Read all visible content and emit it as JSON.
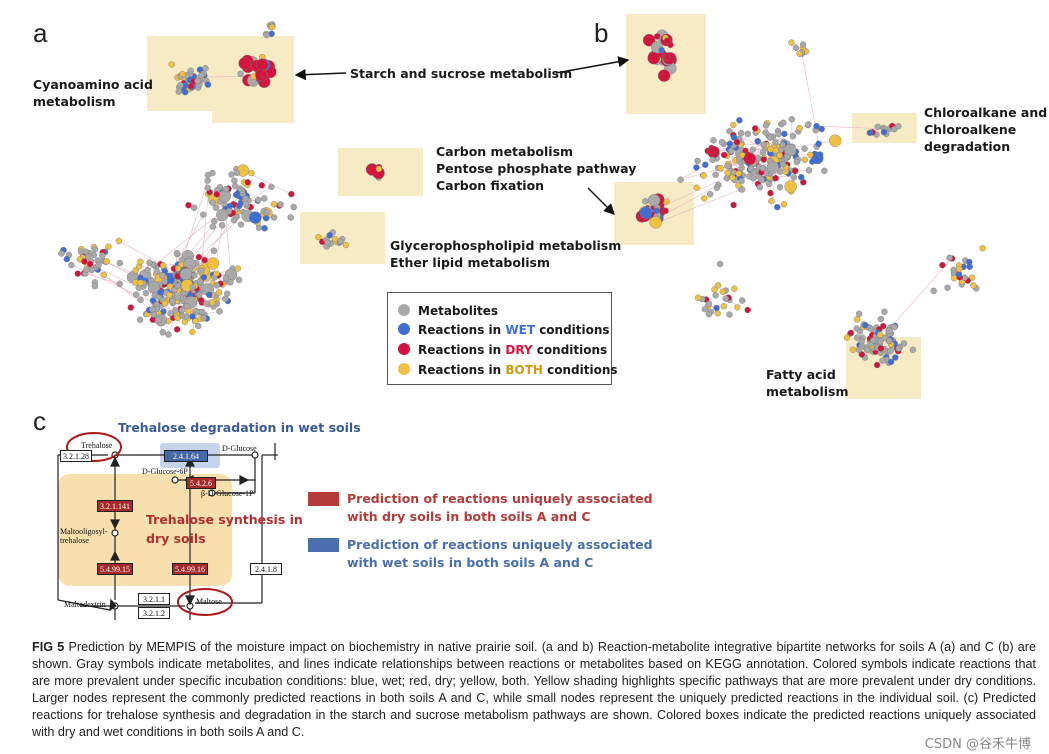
{
  "panels": {
    "a": "a",
    "b": "b",
    "c": "c"
  },
  "panel_a_labels": {
    "cyanoamino": "Cyanoamino acid\nmetabolism",
    "starch": "Starch and sucrose metabolism",
    "carbon": "Carbon metabolism\nPentose phosphate pathway\nCarbon fixation",
    "glycero": "Glycerophospholipid metabolism\nEther lipid metabolism"
  },
  "panel_b_labels": {
    "chloro": "Chloroalkane and\nChloroalkene\ndegradation",
    "fatty": "Fatty acid\nmetabolism"
  },
  "legend": {
    "metabolites": "Metabolites",
    "wet_prefix": "Reactions in ",
    "wet_word": "WET",
    "wet_suffix": " conditions",
    "dry_prefix": "Reactions in ",
    "dry_word": "DRY",
    "dry_suffix": " conditions",
    "both_prefix": "Reactions in ",
    "both_word": "BOTH",
    "both_suffix": " conditions"
  },
  "colors": {
    "metabolite": "#a9a9a9",
    "wet": "#3f6fd6",
    "dry": "#d4143c",
    "both": "#f0c040",
    "highlight": "#f7ebc6",
    "pred_dry": "#b53a3a",
    "pred_wet": "#4a6fae"
  },
  "panel_c": {
    "title": "Trehalose degradation in wet soils",
    "synthesis": "Trehalose synthesis in\ndry soils",
    "compounds": {
      "trehalose": "Trehalose",
      "d_glucose": "D-Glucose",
      "d_glucose_6p": "D-Glucose-6P",
      "b_d_glucose_1p": "β-D-Glucose-1P",
      "maltooligosyl": "Maltooligosyl-\ntrehalose",
      "maltodextrin": "Maltodextrin",
      "maltose": "Maltose"
    },
    "enzymes": {
      "e1": "3.2.1.28",
      "e2": "2.4.1.64",
      "e3": "5.4.2.6",
      "e4": "3.2.1.141",
      "e5": "5.4.99.15",
      "e6": "5.4.99.16",
      "e7": "2.4.1.8",
      "e8": "3.2.1.1",
      "e9": "3.2.1.2"
    },
    "pred_dry": "Prediction of reactions uniquely associated\nwith dry soils in both soils A and C",
    "pred_wet": "Prediction of reactions uniquely associated\nwith wet soils in both soils A and C"
  },
  "caption": {
    "label": "FIG 5",
    "text": "  Prediction by MEMPIS of the moisture impact on biochemistry in native prairie soil. (a and b) Reaction-metabolite integrative bipartite networks for soils A (a) and C (b) are shown. Gray symbols indicate metabolites, and lines indicate relationships between reactions or metabolites based on KEGG annotation. Colored symbols indicate reactions that are more prevalent under specific incubation conditions: blue, wet; red, dry; yellow, both. Yellow shading highlights specific pathways that are more prevalent under dry conditions. Larger nodes represent the commonly predicted reactions in both soils A and C, while small nodes represent the uniquely predicted reactions in the individual soil. (c) Predicted reactions for trehalose synthesis and degradation in the starch and sucrose metabolism pathways are shown. Colored boxes indicate the predicted reactions uniquely associated with dry and wet conditions in both soils A and C."
  },
  "watermark": "CSDN @谷禾牛博"
}
